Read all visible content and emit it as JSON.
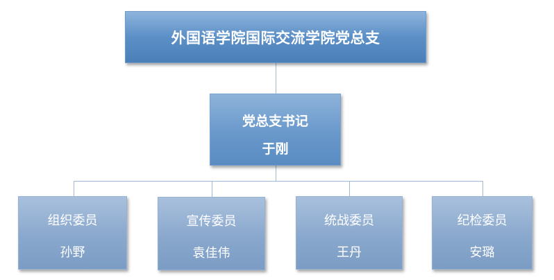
{
  "root": {
    "title": "外国语学院国际交流学院党总支"
  },
  "secretary": {
    "role": "党总支书记",
    "name": "于刚"
  },
  "members": [
    {
      "role": "组织委员",
      "name": "孙野"
    },
    {
      "role": "宣传委员",
      "name": "袁佳伟"
    },
    {
      "role": "统战委员",
      "name": "王丹"
    },
    {
      "role": "纪检委员",
      "name": "安璐"
    }
  ],
  "colors": {
    "box_top": "#5b8fc6",
    "box_leaf": "#8aa8cd",
    "connector": "#9cb9da"
  }
}
